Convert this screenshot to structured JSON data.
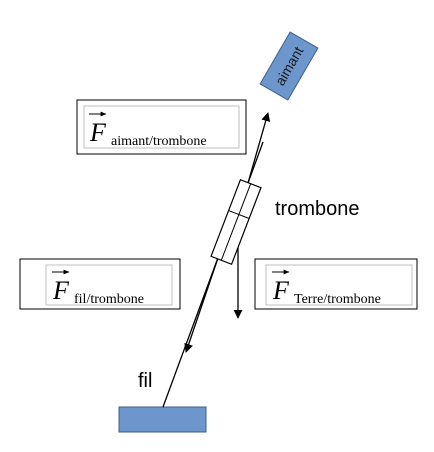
{
  "labels": {
    "magnet": "aimant",
    "paperclip": "trombone",
    "wire": "fil"
  },
  "forces": {
    "magnet_on_clip": {
      "symbol": "F",
      "subscript": "aimant/trombone"
    },
    "wire_on_clip": {
      "symbol": "F",
      "subscript": "fil/trombone"
    },
    "earth_on_clip": {
      "symbol": "F",
      "subscript": "Terre/trombone"
    }
  },
  "colors": {
    "object_fill": "#6d97cc",
    "object_stroke": "#3b5e8c",
    "line": "#000000",
    "box_border": "#000000",
    "inner_box_border": "#bfbfbf"
  }
}
